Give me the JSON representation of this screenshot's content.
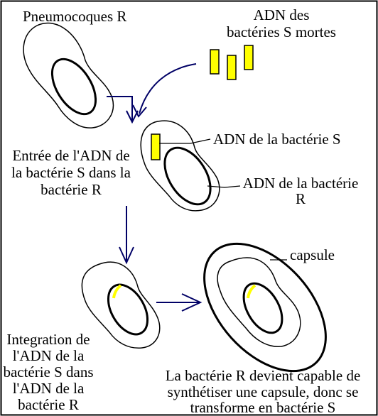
{
  "colors": {
    "background": "#ffffff",
    "line": "#000000",
    "arrow": "#000066",
    "dna_fragment": "#ffff00"
  },
  "labels": {
    "title_r": "Pneumocoques R",
    "dna_s_line1": "ADN des",
    "dna_s_line2": "bactéries S mortes",
    "dna_s_bacteria": "ADN de la bactérie S",
    "dna_r_line1": "ADN de la bactérie",
    "dna_r_line2": "R",
    "entry_line1": "Entrée de l'ADN de",
    "entry_line2": "la bactérie S dans la",
    "entry_line3": "bactérie R",
    "capsule": "capsule",
    "integration_line1": "Integration de",
    "integration_line2": "l'ADN de la",
    "integration_line3": "bactérie S dans",
    "integration_line4": "l'ADN de la",
    "integration_line5": "bactérie R",
    "result_line1": "La bactérie R devient capable de",
    "result_line2": "synthétiser une capsule, donc se",
    "result_line3": "transforme en bactérie S"
  }
}
